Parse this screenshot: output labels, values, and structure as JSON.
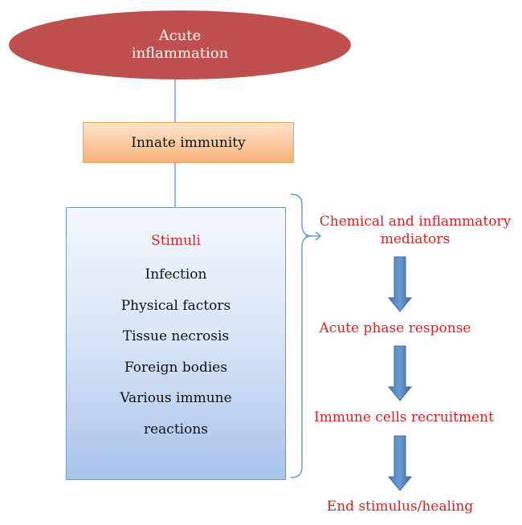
{
  "diagram": {
    "top_node": "Acute\ninflammation",
    "innate_node": "Innate immunity",
    "stimuli": {
      "title": "Stimuli",
      "items": [
        "Infection",
        "Physical factors",
        "Tissue necrosis",
        "Foreign bodies",
        "Various immune",
        "reactions"
      ]
    },
    "steps": [
      "Chemical and inflammatory\nmediators",
      "Acute phase response",
      "Immune cells recruitment",
      "End stimulus/healing"
    ]
  },
  "colors": {
    "top_node_fill": "#c0504d",
    "innate_border": "#f0a05a",
    "stimuli_border": "#6f9bd1",
    "step_text": "#e02020",
    "flow_arrow": "#4f81bd"
  },
  "icons": [
    "down-arrow-icon"
  ]
}
